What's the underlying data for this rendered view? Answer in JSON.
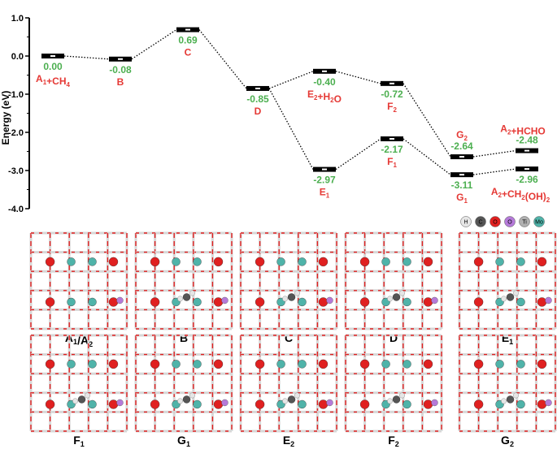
{
  "chart_data": {
    "type": "line",
    "ylabel": "Energy (eV)",
    "ylim": [
      -4.0,
      1.0
    ],
    "yticks": [
      "1.0",
      "0.0",
      "-1.0",
      "-2.0",
      "-3.0",
      "-4.0"
    ],
    "states": [
      {
        "id": "A1CH4",
        "value": 0.0,
        "value_text": "0.00",
        "label": "A",
        "sub": "1",
        "post": "+CH",
        "sub2": "4",
        "x": 1
      },
      {
        "id": "B",
        "value": -0.08,
        "value_text": "-0.08",
        "label": "B",
        "sub": "",
        "post": "",
        "sub2": "",
        "x": 2
      },
      {
        "id": "C",
        "value": 0.69,
        "value_text": "0.69",
        "label": "C",
        "sub": "",
        "post": "",
        "sub2": "",
        "x": 3
      },
      {
        "id": "D",
        "value": -0.85,
        "value_text": "-0.85",
        "label": "D",
        "sub": "",
        "post": "",
        "sub2": "",
        "x": 4
      },
      {
        "id": "E2H2O",
        "value": -0.4,
        "value_text": "-0.40",
        "label": "E",
        "sub": "2",
        "post": "+H",
        "sub2": "2",
        "post2": "O",
        "x": 5
      },
      {
        "id": "E1",
        "value": -2.97,
        "value_text": "-2.97",
        "label": "E",
        "sub": "1",
        "post": "",
        "sub2": "",
        "x": 5
      },
      {
        "id": "F2",
        "value": -0.72,
        "value_text": "-0.72",
        "label": "F",
        "sub": "2",
        "post": "",
        "sub2": "",
        "x": 6
      },
      {
        "id": "F1",
        "value": -2.17,
        "value_text": "-2.17",
        "label": "F",
        "sub": "1",
        "post": "",
        "sub2": "",
        "x": 6
      },
      {
        "id": "G2",
        "value": -2.64,
        "value_text": "-2.64",
        "label": "G",
        "sub": "2",
        "post": "",
        "sub2": "",
        "x": 7
      },
      {
        "id": "G1",
        "value": -3.11,
        "value_text": "-3.11",
        "label": "G",
        "sub": "1",
        "post": "",
        "sub2": "",
        "x": 7
      },
      {
        "id": "A2HCHO",
        "value": -2.48,
        "value_text": "-2.48",
        "label": "A",
        "sub": "2",
        "post": "+HCHO",
        "sub2": "",
        "x": 8
      },
      {
        "id": "A2CH2OH2",
        "value": -2.96,
        "value_text": "-2.96",
        "label": "A",
        "sub": "2",
        "post": "+CH",
        "sub2": "2",
        "post2": "(OH)",
        "sub3": "2",
        "x": 8
      }
    ],
    "connections": [
      [
        "A1CH4",
        "B"
      ],
      [
        "B",
        "C"
      ],
      [
        "C",
        "D"
      ],
      [
        "D",
        "E2H2O"
      ],
      [
        "E2H2O",
        "F2"
      ],
      [
        "F2",
        "G2"
      ],
      [
        "G2",
        "A2HCHO"
      ],
      [
        "D",
        "E1"
      ],
      [
        "E1",
        "F1"
      ],
      [
        "F1",
        "G1"
      ],
      [
        "G1",
        "A2CH2OH2"
      ]
    ],
    "colors": {
      "value": "#4caf50",
      "label": "#e53935",
      "level": "#000000",
      "connector": "#000000"
    }
  },
  "legend": {
    "atoms": [
      {
        "letter": "H",
        "color": "#e6e6e6"
      },
      {
        "letter": "C",
        "color": "#555555"
      },
      {
        "letter": "O",
        "color": "#e02020"
      },
      {
        "letter": "O",
        "color": "#b57ad9"
      },
      {
        "letter": "Ti",
        "color": "#b0b0b0"
      },
      {
        "letter": "Mo",
        "color": "#4fb3a9"
      }
    ]
  },
  "panels": [
    {
      "main": "A",
      "sub": "1",
      "tail": "/A",
      "sub2": "2"
    },
    {
      "main": "B",
      "sub": "",
      "tail": "",
      "sub2": ""
    },
    {
      "main": "C",
      "sub": "",
      "tail": "",
      "sub2": ""
    },
    {
      "main": "D",
      "sub": "",
      "tail": "",
      "sub2": ""
    },
    {
      "main": "E",
      "sub": "1",
      "tail": "",
      "sub2": ""
    },
    {
      "main": "F",
      "sub": "1",
      "tail": "",
      "sub2": ""
    },
    {
      "main": "G",
      "sub": "1",
      "tail": "",
      "sub2": ""
    },
    {
      "main": "E",
      "sub": "2",
      "tail": "",
      "sub2": ""
    },
    {
      "main": "F",
      "sub": "2",
      "tail": "",
      "sub2": ""
    },
    {
      "main": "G",
      "sub": "2",
      "tail": "",
      "sub2": ""
    }
  ]
}
